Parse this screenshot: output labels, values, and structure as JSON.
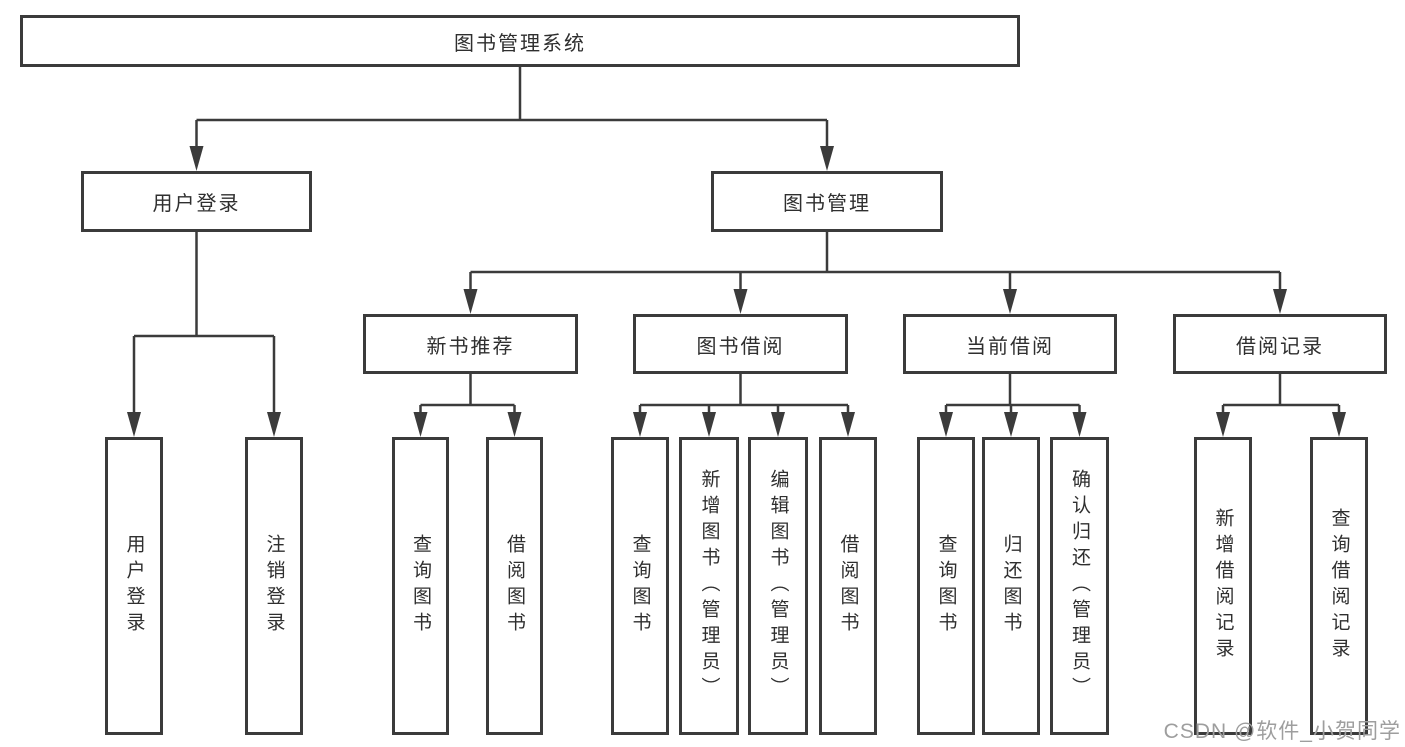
{
  "diagram": {
    "root": {
      "label": "图书管理系统",
      "children": [
        {
          "label": "用户登录",
          "children": [
            {
              "label": "用户登录"
            },
            {
              "label": "注销登录"
            }
          ]
        },
        {
          "label": "图书管理",
          "children": [
            {
              "label": "新书推荐",
              "children": [
                {
                  "label": "查询图书"
                },
                {
                  "label": "借阅图书"
                }
              ]
            },
            {
              "label": "图书借阅",
              "children": [
                {
                  "label": "查询图书"
                },
                {
                  "label": "新增图书（管理员）"
                },
                {
                  "label": "编辑图书（管理员）"
                },
                {
                  "label": "借阅图书"
                }
              ]
            },
            {
              "label": "当前借阅",
              "children": [
                {
                  "label": "查询图书"
                },
                {
                  "label": "归还图书"
                },
                {
                  "label": "确认归还（管理员）"
                }
              ]
            },
            {
              "label": "借阅记录",
              "children": [
                {
                  "label": "新增借阅记录"
                },
                {
                  "label": "查询借阅记录"
                }
              ]
            }
          ]
        }
      ]
    }
  },
  "watermark": {
    "text": "CSDN @软件_小贺同学"
  },
  "colors": {
    "line": "#3b3b3b",
    "box_border": "#3b3b3b",
    "text": "#2f2f2f",
    "watermark": "#9e9e9e",
    "background": "#ffffff"
  }
}
